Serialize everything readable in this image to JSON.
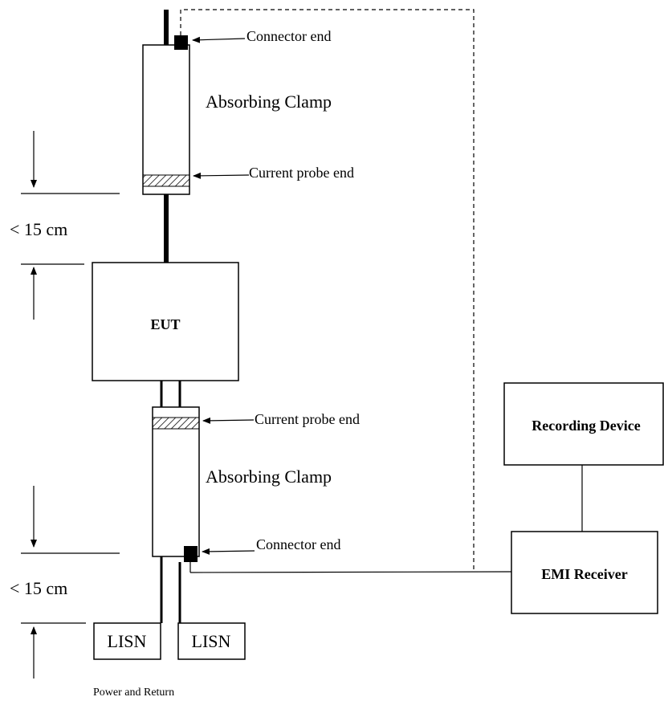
{
  "upper_clamp": {
    "title": "Absorbing Clamp",
    "connector_label": "Connector end",
    "probe_label": "Current probe end"
  },
  "upper_distance": "< 15 cm",
  "eut_label": "EUT",
  "lower_clamp": {
    "title": "Absorbing Clamp",
    "probe_label": "Current probe end",
    "connector_label": "Connector end"
  },
  "lower_distance": "< 15 cm",
  "lisn_left": "LISN",
  "lisn_right": "LISN",
  "power_label": "Power and Return",
  "recording_device": "Recording Device",
  "emi_receiver": "EMI Receiver"
}
